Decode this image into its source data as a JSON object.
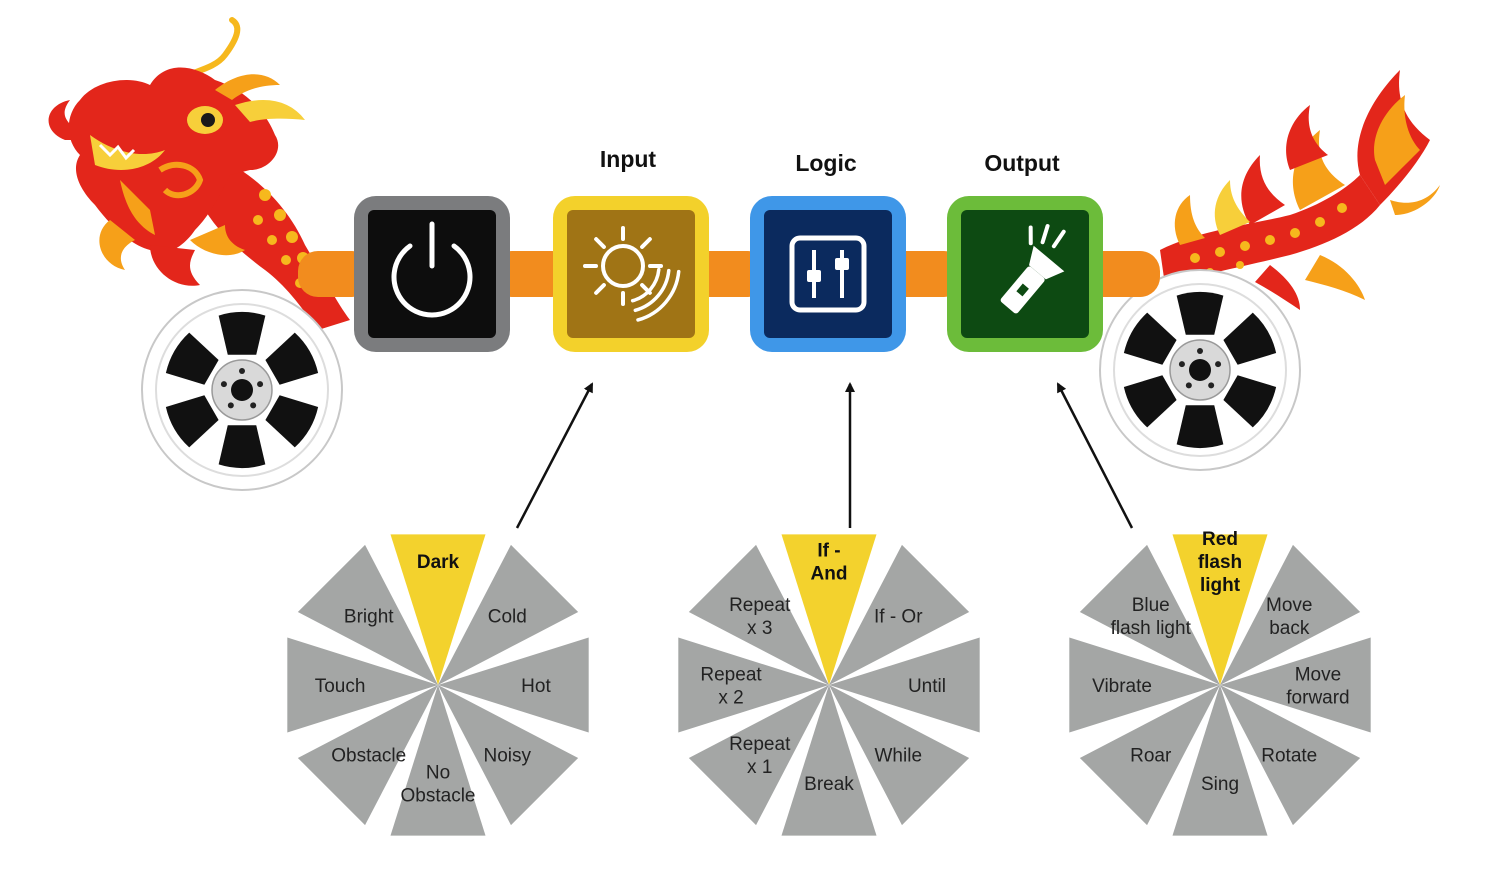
{
  "diagram": {
    "headers": {
      "input": "Input",
      "logic": "Logic",
      "output": "Output"
    },
    "blocks": [
      {
        "id": "power",
        "icon": "power-icon",
        "frame": "#7b7c7e",
        "inner": "#0d0d0d"
      },
      {
        "id": "input",
        "icon": "sun-sensor-icon",
        "frame": "#f3d12b",
        "inner": "#a07415"
      },
      {
        "id": "logic",
        "icon": "sliders-icon",
        "frame": "#3f97e8",
        "inner": "#0b2a5e"
      },
      {
        "id": "output",
        "icon": "flashlight-icon",
        "frame": "#6cbc3a",
        "inner": "#0d4a12"
      }
    ],
    "colors": {
      "connector": "#f28c1e",
      "segment": "#a4a6a5",
      "selected": "#f3d22d",
      "dragon_red": "#e3261b",
      "dragon_orange": "#f6a019",
      "dragon_yellow": "#f7cf3a"
    },
    "wheels": {
      "input": [
        "Dark",
        "Cold",
        "Hot",
        "Noisy",
        "No Obstacle",
        "Obstacle",
        "Touch",
        "Bright"
      ],
      "logic": [
        "If - And",
        "If - Or",
        "Until",
        "While",
        "Break",
        "Repeat x 1",
        "Repeat x 2",
        "Repeat x 3"
      ],
      "output": [
        "Red flash light",
        "Move back",
        "Move forward",
        "Rotate",
        "Sing",
        "Roar",
        "Vibrate",
        "Blue flash light"
      ]
    },
    "wheel_lines": {
      "input": [
        [
          "Dark"
        ],
        [
          "Cold"
        ],
        [
          "Hot"
        ],
        [
          "Noisy"
        ],
        [
          "No",
          "Obstacle"
        ],
        [
          "Obstacle"
        ],
        [
          "Touch"
        ],
        [
          "Bright"
        ]
      ],
      "logic": [
        [
          "If -",
          "And"
        ],
        [
          "If - Or"
        ],
        [
          "Until"
        ],
        [
          "While"
        ],
        [
          "Break"
        ],
        [
          "Repeat",
          "x 1"
        ],
        [
          "Repeat",
          "x 2"
        ],
        [
          "Repeat",
          "x 3"
        ]
      ],
      "output": [
        [
          "Red",
          "flash",
          "light"
        ],
        [
          "Move",
          "back"
        ],
        [
          "Move",
          "forward"
        ],
        [
          "Rotate"
        ],
        [
          "Sing"
        ],
        [
          "Roar"
        ],
        [
          "Vibrate"
        ],
        [
          "Blue",
          "flash light"
        ]
      ]
    },
    "selected_index": 0
  }
}
